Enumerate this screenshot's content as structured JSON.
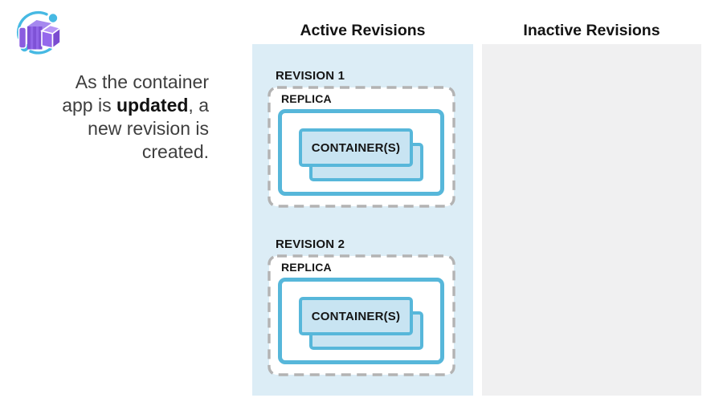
{
  "logo": {
    "icon": "azure-container-apps-icon"
  },
  "caption": {
    "before": "As the container app is ",
    "bold": "updated",
    "after": ", a new revision is created."
  },
  "columns": {
    "active": {
      "title": "Active Revisions",
      "revisions": [
        {
          "label": "REVISION 1",
          "replica_label": "REPLICA",
          "container_label": "CONTAINER(S)"
        },
        {
          "label": "REVISION 2",
          "replica_label": "REPLICA",
          "container_label": "CONTAINER(S)"
        }
      ]
    },
    "inactive": {
      "title": "Inactive Revisions",
      "revisions": []
    }
  },
  "colors": {
    "active_panel_bg": "#dcedf6",
    "inactive_panel_bg": "#f0f0f1",
    "accent_teal": "#57b7da",
    "container_fill": "#c8e4f2",
    "dash_gray": "#b3b3b3",
    "text_dark": "#151515",
    "logo_blue": "#46b9e3",
    "logo_purple": "#8a5ce0"
  }
}
